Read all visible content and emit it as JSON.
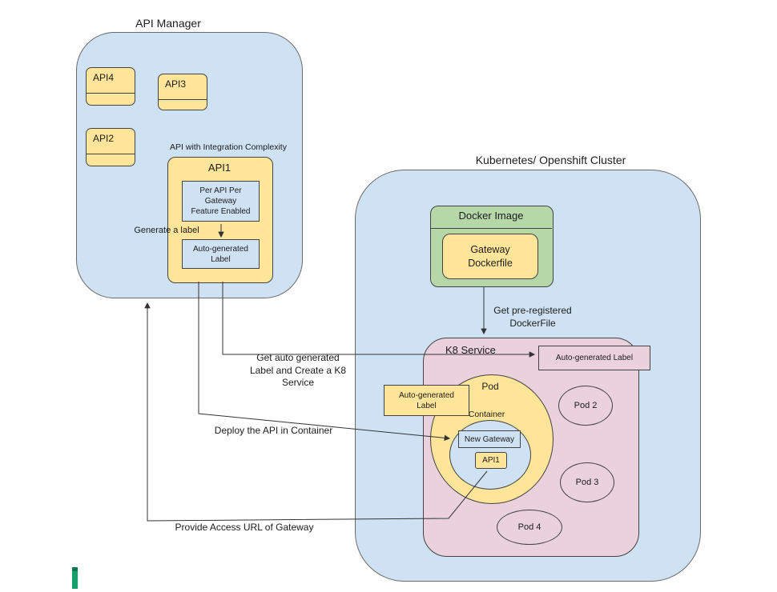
{
  "palette": {
    "container_blue": "#cfe2f3",
    "shape_yellow": "#ffe599",
    "docker_green": "#b6d7a8",
    "service_pink": "#ead1dc",
    "line_color": "#333333",
    "cursor_green": "#12a06b"
  },
  "api_manager": {
    "title": "API Manager",
    "apis": [
      {
        "label": "API4"
      },
      {
        "label": "API3"
      },
      {
        "label": "API2"
      }
    ],
    "complexity_caption": "API with Integration Complexity",
    "api1": {
      "title": "API1",
      "feature_box": "Per API Per\nGateway\nFeature Enabled",
      "generate_caption": "Generate a label",
      "auto_label": "Auto-generated\nLabel"
    }
  },
  "cluster": {
    "title": "Kubernetes/ Openshift Cluster",
    "docker_image": {
      "title": "Docker Image",
      "dockerfile": "Gateway\nDockerfile"
    },
    "get_dockerfile_caption": "Get pre-registered\nDockerFile",
    "k8_service": {
      "title": "K8 Service",
      "pink_auto_label": "Auto-generated Label",
      "yellow_auto_label": "Auto-generated\nLabel",
      "pod": {
        "title": "Pod",
        "container_caption": "Container",
        "gateway_label": "New Gateway",
        "api_label": "API1"
      },
      "other_pods": [
        {
          "label": "Pod 2"
        },
        {
          "label": "Pod 3"
        },
        {
          "label": "Pod 4"
        }
      ]
    }
  },
  "flow_captions": {
    "create_service": "Get auto generated\nLabel and Create a K8\nService",
    "deploy": "Deploy the API in Container",
    "access_url": "Provide Access URL of Gateway"
  }
}
